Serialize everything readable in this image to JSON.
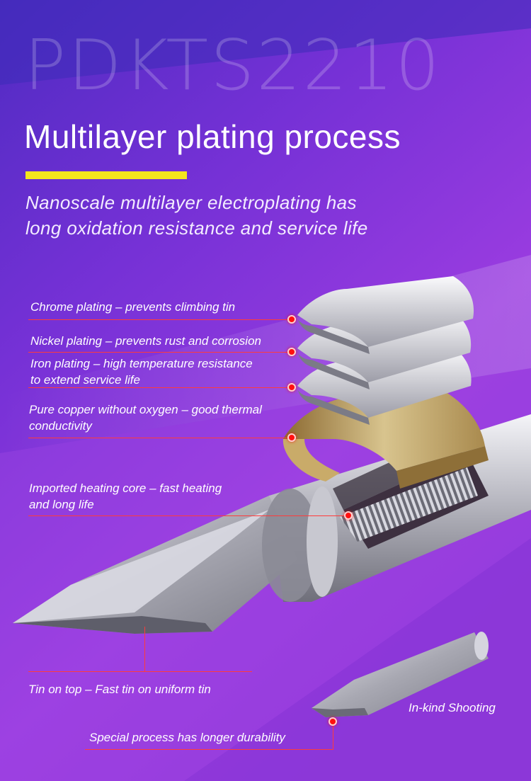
{
  "model": "PDKTS2210",
  "title": "Multilayer plating process",
  "subtitle": [
    "Nanoscale multilayer electroplating has",
    "long oxidation resistance and service life"
  ],
  "callouts": {
    "chrome": "Chrome plating – prevents climbing tin",
    "nickel": "Nickel plating – prevents rust and corrosion",
    "iron": [
      "Iron plating – high temperature resistance",
      "to extend service life"
    ],
    "copper": [
      "Pure copper without oxygen – good thermal",
      "conductivity"
    ],
    "core": [
      "Imported heating core – fast heating",
      "and long life"
    ],
    "tin": "Tin on top – Fast tin on uniform tin",
    "special": "Special process has longer durability",
    "inkind": "In-kind Shooting"
  },
  "colors": {
    "background_top": "#5a2cc8",
    "background_bottom": "#9a3bdc",
    "accent_bar": "#f4e51d",
    "leader_line": "#ff3b3b",
    "copper": "#b99a5c"
  },
  "icons": {
    "callout_marker": "red-dot-marker"
  }
}
